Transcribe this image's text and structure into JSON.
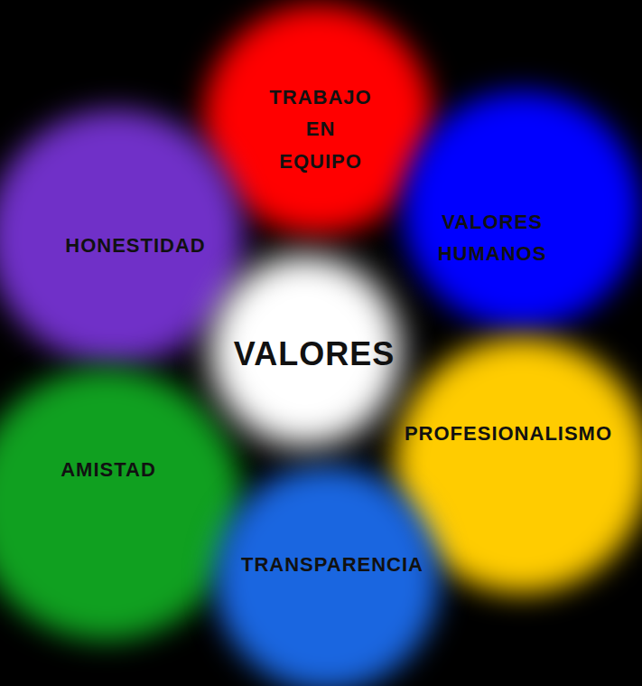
{
  "diagram": {
    "nodes": [
      {
        "text": [
          "TRABAJO EN EQUIPO"
        ]
      },
      {
        "text": [
          "HONESTIDAD"
        ]
      },
      {
        "text": [
          "VALORES HUMANOS"
        ]
      },
      {
        "text": [
          "VALORES"
        ]
      },
      {
        "text": [
          "PROFESIONALISMO"
        ]
      },
      {
        "text": [
          "AMISTAD"
        ]
      },
      {
        "text": [
          "TRANSPARENCIA"
        ]
      }
    ]
  }
}
